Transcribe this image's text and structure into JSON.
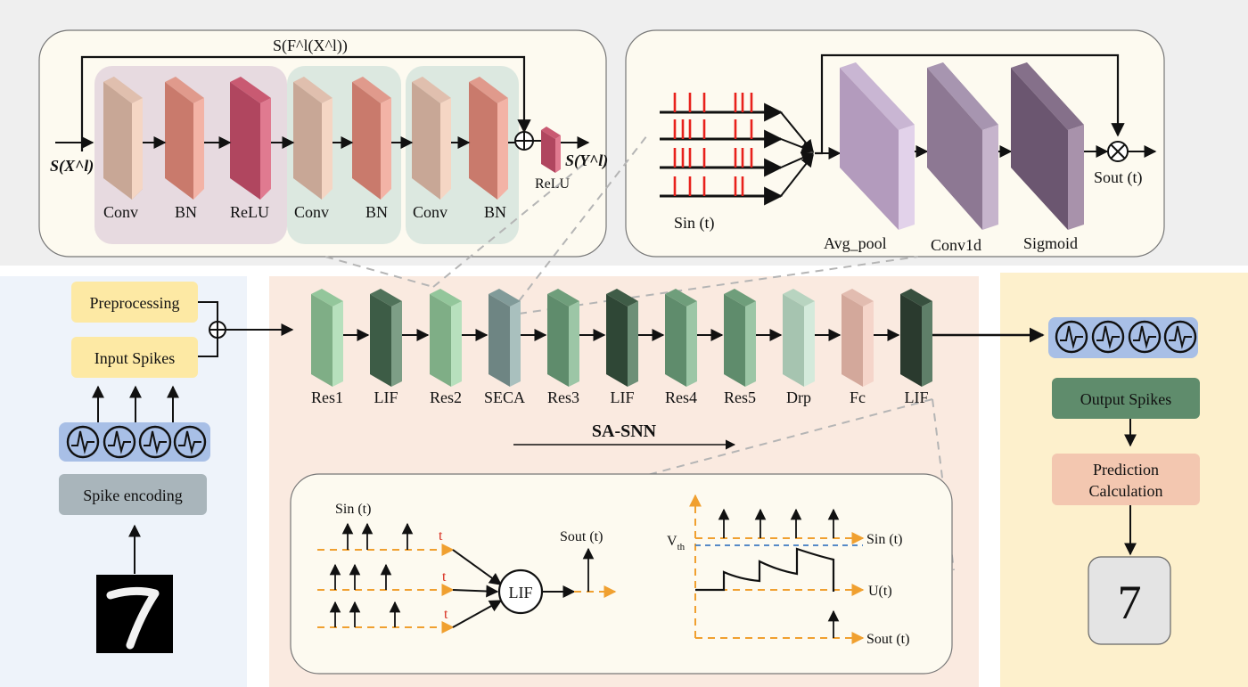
{
  "residual_block": {
    "top_label": "S(F^l(X^l))",
    "input_label": "S(X^l)",
    "output_label": "S(Y^l)",
    "layers": [
      "Conv",
      "BN",
      "ReLU",
      "Conv",
      "BN",
      "Conv",
      "BN"
    ],
    "out_relu": "ReLU"
  },
  "seca_block": {
    "input_label": "Sin (t)",
    "layers": [
      "Avg_pool",
      "Conv1d",
      "Sigmoid"
    ],
    "output_label": "Sout (t)"
  },
  "left_panel": {
    "preprocessing": "Preprocessing",
    "input_spikes": "Input Spikes",
    "spike_encoding": "Spike encoding",
    "digit": "7"
  },
  "network": {
    "layers": [
      "Res1",
      "LIF",
      "Res2",
      "SECA",
      "Res3",
      "LIF",
      "Res4",
      "Res5",
      "Drp",
      "Fc",
      "LIF"
    ],
    "title": "SA-SNN"
  },
  "lif_panel": {
    "sin": "Sin (t)",
    "t": "t",
    "lif": "LIF",
    "sout": "Sout (t)",
    "vth": "V",
    "vth_sub": "th",
    "right_sin": "Sin (t)",
    "u": "U(t)",
    "right_sout": "Sout (t)"
  },
  "right_panel": {
    "output_spikes": "Output Spikes",
    "prediction_line1": "Prediction",
    "prediction_line2": "Calculation",
    "result": "7"
  },
  "colors": {
    "top_band": "#efefef",
    "left_band": "#eef3fa",
    "mid_band": "#faeae0",
    "right_band": "#fdf0cc",
    "panel_fill": "#fdfaf0",
    "spike_red": "#e8211c",
    "orange": "#f0a030",
    "yellow_box": "#fde9a4",
    "blue_box": "#a8bfe6",
    "green_box": "#5f8c6c",
    "salmon_box": "#f3c7b0",
    "gray_box": "#a9b5bb"
  }
}
